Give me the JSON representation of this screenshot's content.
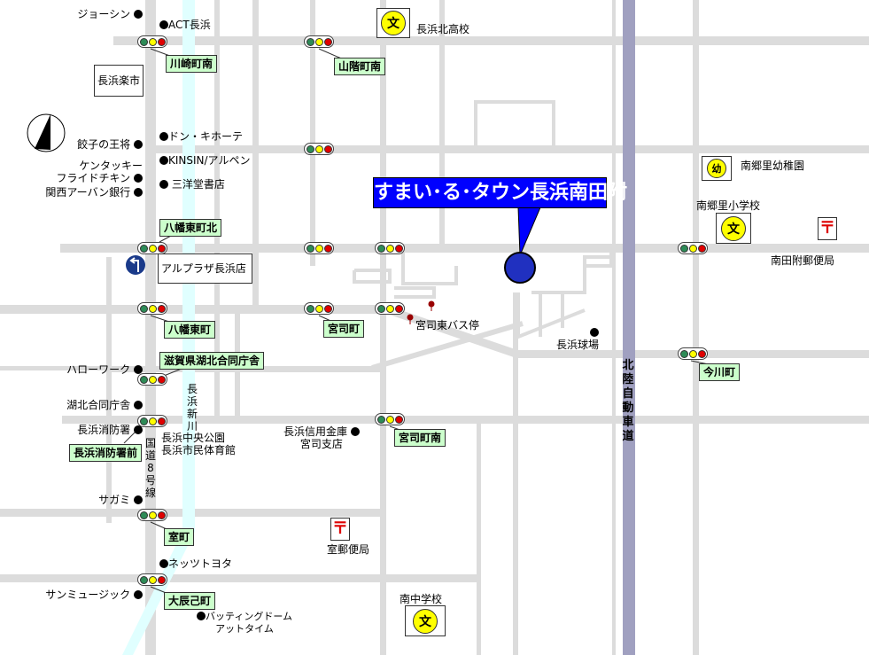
{
  "title_callout": "すまい･る･タウン長浜南田附",
  "signals": [
    "川崎町南",
    "山階町南",
    "八幡東町北",
    "八幡東町",
    "宮司町",
    "滋賀県湖北合同庁舎",
    "長浜消防署前",
    "宮司町南",
    "今川町",
    "室町",
    "大辰己町"
  ],
  "boxed": {
    "rakuichi": "長浜楽市",
    "alplaza": "アルプラザ長浜店"
  },
  "places": {
    "joshin": "ジョーシン",
    "act": "ACT長浜",
    "donki": "ドン・キホーテ",
    "gyoza": "餃子の王将",
    "kfc1": "ケンタッキー",
    "kfc2": "フライドチキン",
    "kinsin": "KINSIN/アルペン",
    "kansai": "関西アーバン銀行",
    "sanyodo": "三洋堂書店",
    "hellowork": "ハローワーク",
    "kohoku": "湖北合同庁舎",
    "fire": "長浜消防署",
    "park1": "長浜中央公園",
    "park2": "長浜市民体育館",
    "sagami": "サガミ",
    "nettoyota": "ネッツトヨタ",
    "sunmusic": "サンミュージック",
    "batting1": "バッティングドーム",
    "batting2": "アットタイム",
    "shinkin1": "長浜信用金庫",
    "shinkin2": "宮司支店",
    "busstop": "宮司東バス停",
    "stadium": "長浜球場",
    "muro_post": "室郵便局",
    "minami_jhs": "南中学校",
    "kita_hs": "長浜北高校",
    "kindergarten": "南郷里幼稚園",
    "elementary": "南郷里小学校",
    "minamitabu_post": "南田附郵便局"
  },
  "vertical": {
    "river": "長浜新川",
    "route8": "国道8号線",
    "expressway": "北陸自動車道"
  },
  "icons": {
    "school": "文",
    "kinder": "幼",
    "post": "〒"
  },
  "colors": {
    "road": "#dcdcdc",
    "highway": "#a0a0c0",
    "river": "#e0ffff",
    "callout": "#0000ff",
    "signal_label": "#ccffcc"
  }
}
